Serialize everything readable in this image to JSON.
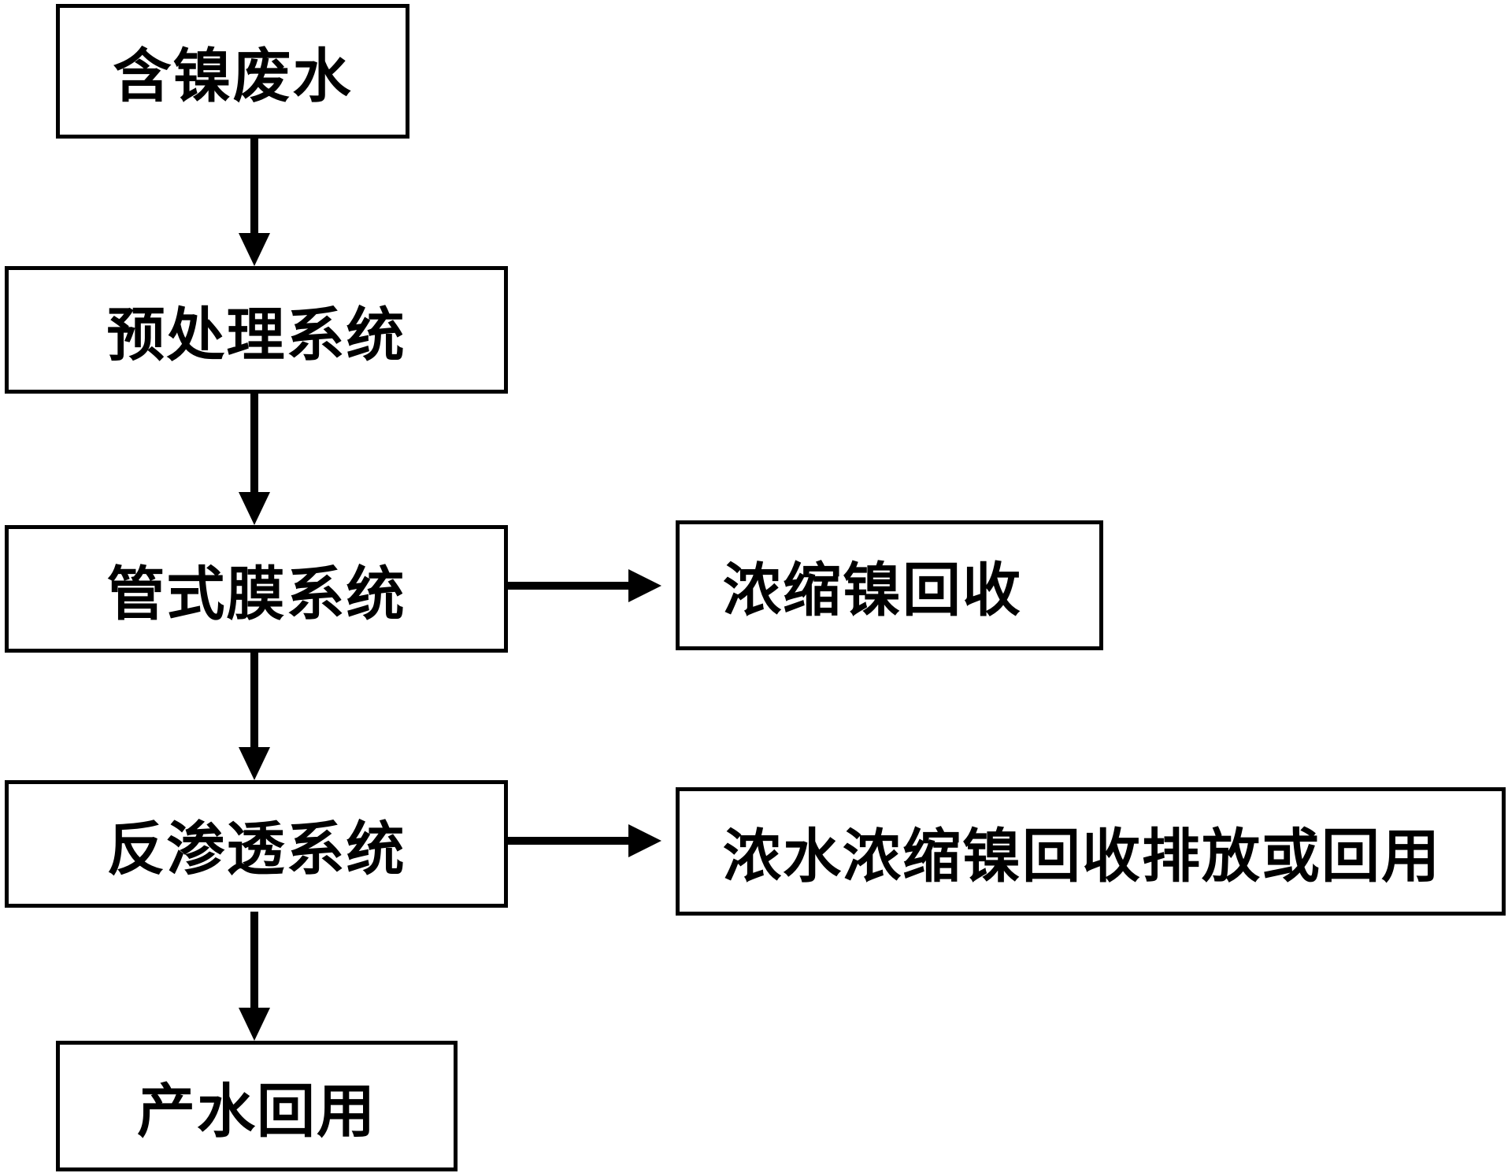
{
  "nodes": {
    "wastewater": "含镍废水",
    "pretreatment": "预处理系统",
    "tubular_membrane": "管式膜系统",
    "reverse_osmosis": "反渗透系统",
    "product_water": "产水回用",
    "nickel_recovery": "浓缩镍回收",
    "concentrate": "浓水浓缩镍回收排放或回用"
  },
  "edges": [
    {
      "from": "wastewater",
      "to": "pretreatment"
    },
    {
      "from": "pretreatment",
      "to": "tubular_membrane"
    },
    {
      "from": "tubular_membrane",
      "to": "reverse_osmosis"
    },
    {
      "from": "reverse_osmosis",
      "to": "product_water"
    },
    {
      "from": "tubular_membrane",
      "to": "nickel_recovery"
    },
    {
      "from": "reverse_osmosis",
      "to": "concentrate"
    }
  ],
  "colors": {
    "stroke": "#000000",
    "background": "#ffffff"
  }
}
